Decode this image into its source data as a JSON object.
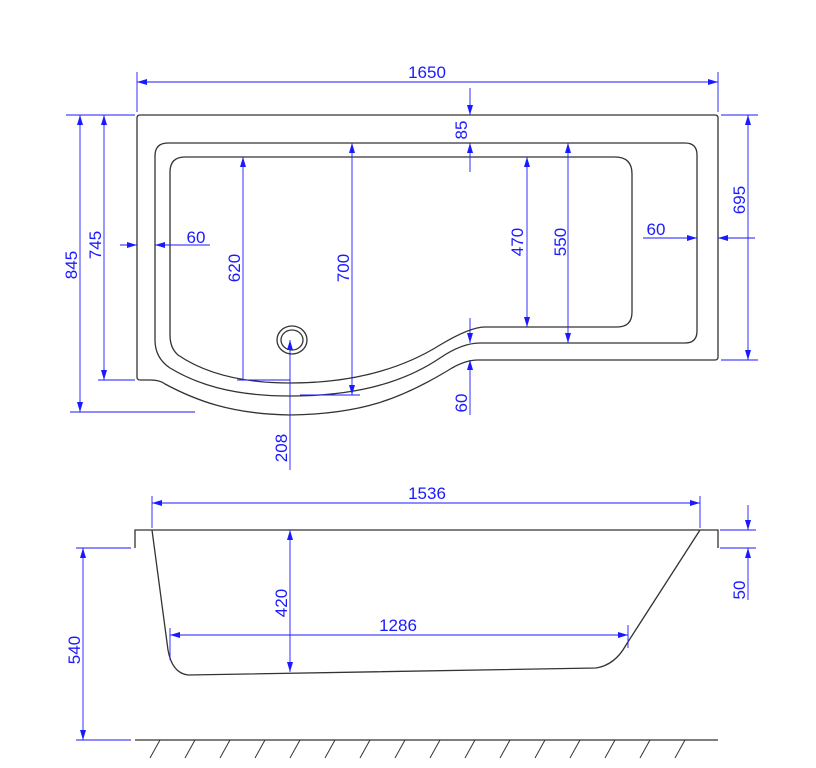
{
  "colors": {
    "dimension": "#1a1aff",
    "outline": "#333333",
    "background": "#ffffff"
  },
  "plan_view": {
    "overall_length": "1650",
    "overall_width": "845",
    "rim_to_end_width": "745",
    "top_rim": "85",
    "left_rim": "60",
    "right_rim": "60",
    "right_width": "695",
    "inner_width_left": "620",
    "middle_width_left": "700",
    "inner_width_right": "470",
    "middle_width_right": "550",
    "step_rim": "60",
    "drain_offset": "208"
  },
  "side_view": {
    "top_length": "1536",
    "bottom_length": "1286",
    "depth": "420",
    "height": "540",
    "flange": "50"
  }
}
